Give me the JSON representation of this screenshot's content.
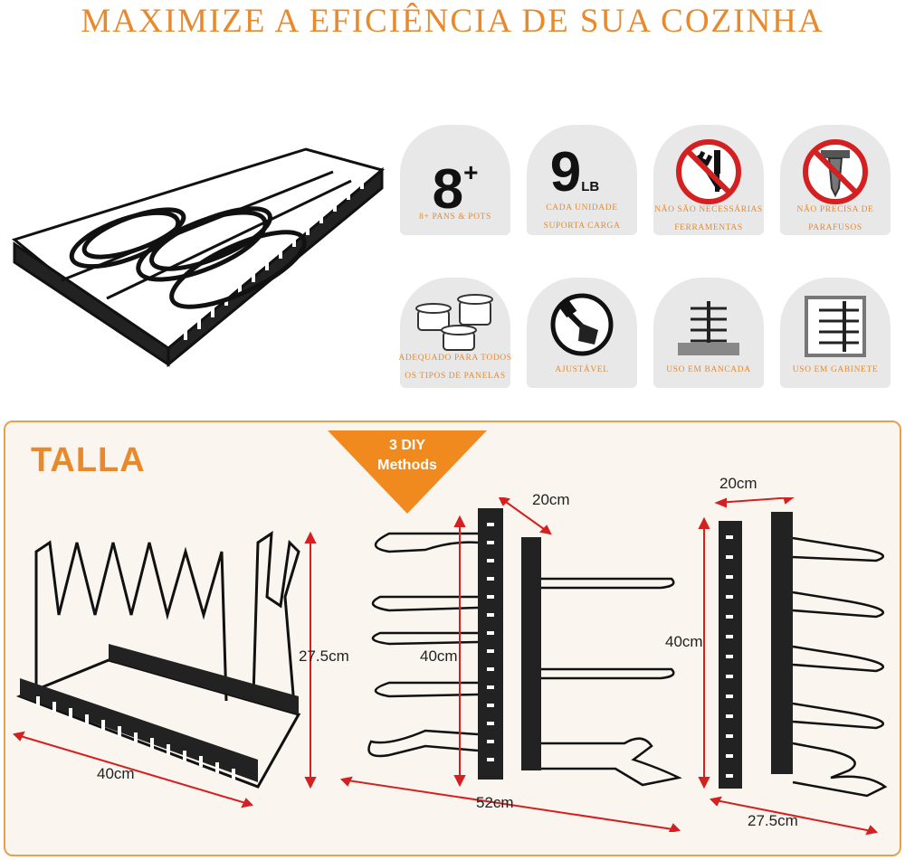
{
  "title": "MAXIMIZE A EFICIÊNCIA DE SUA COZINHA",
  "features": [
    {
      "big": "8",
      "sup": "+",
      "caption_lines": [
        "8+ PANS & POTS"
      ]
    },
    {
      "big": "9",
      "sub": "LB",
      "caption_lines": [
        "CADA UNIDADE",
        "SUPORTA CARGA"
      ]
    },
    {
      "icon": "no-tools-icon",
      "caption_lines": [
        "NÃO SÃO NECESSÁRIAS",
        "FERRAMENTAS"
      ]
    },
    {
      "icon": "no-screws-icon",
      "caption_lines": [
        "NÃO PRECISA DE",
        "PARAFUSOS"
      ]
    },
    {
      "icon": "pots-icon",
      "caption_lines": [
        "ADEQUADO PARA TODOS",
        "OS TIPOS DE PANELAS"
      ]
    },
    {
      "icon": "adjust-wrench-icon",
      "caption_lines": [
        "AJUSTÁVEL"
      ]
    },
    {
      "icon": "countertop-rack-icon",
      "caption_lines": [
        "USO EM BANCADA"
      ]
    },
    {
      "icon": "cabinet-rack-icon",
      "caption_lines": [
        "USO EM GABINETE"
      ]
    }
  ],
  "size_section": {
    "heading": "TALLA",
    "badge_lines": [
      "3 DIY",
      "Methods"
    ],
    "dims": {
      "rack_length": "40cm",
      "rack_height": "27.5cm",
      "vertical_depth": "20cm",
      "vertical_height": "40cm",
      "vertical_width": "52cm",
      "cabinet_depth": "20cm",
      "cabinet_height": "40cm",
      "cabinet_width": "27.5cm"
    }
  },
  "colors": {
    "accent": "#e88a2c",
    "tile": "#e8e8e8",
    "dark": "#111111",
    "arrow": "#d42020"
  }
}
